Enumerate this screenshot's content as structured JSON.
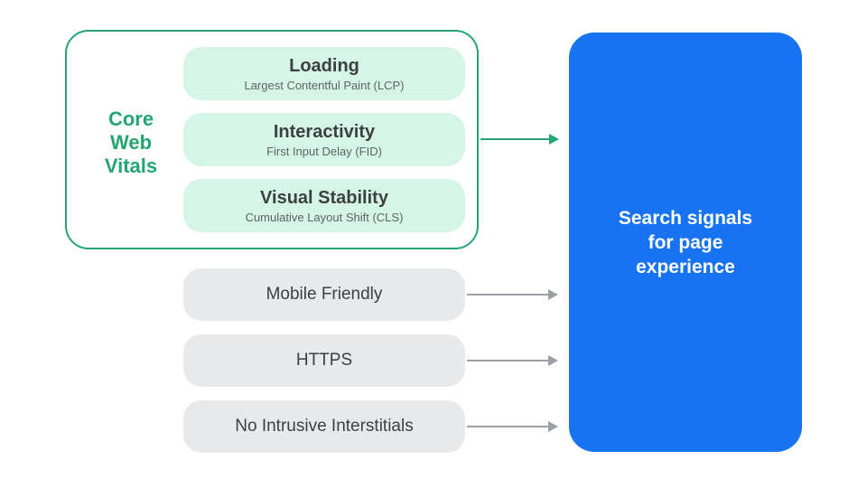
{
  "colors": {
    "green": "#23A572",
    "green_light": "#D5F5E6",
    "blue": "#1873F0",
    "gray_card": "#E8E9EA",
    "gray_arrow": "#9AA0A6",
    "text_dark": "#3C4043",
    "text_subtitle": "#5F6368",
    "text_on_blue": "#FFFFFF"
  },
  "core_web_vitals": {
    "label": "Core\nWeb\nVitals",
    "metrics": [
      {
        "title": "Loading",
        "subtitle": "Largest Contentful Paint (LCP)"
      },
      {
        "title": "Interactivity",
        "subtitle": "First Input Delay (FID)"
      },
      {
        "title": "Visual Stability",
        "subtitle": "Cumulative Layout Shift (CLS)"
      }
    ]
  },
  "other_signals": [
    {
      "label": "Mobile Friendly"
    },
    {
      "label": "HTTPS"
    },
    {
      "label": "No Intrusive Interstitials"
    }
  ],
  "result": {
    "label": "Search signals\nfor page\nexperience"
  }
}
